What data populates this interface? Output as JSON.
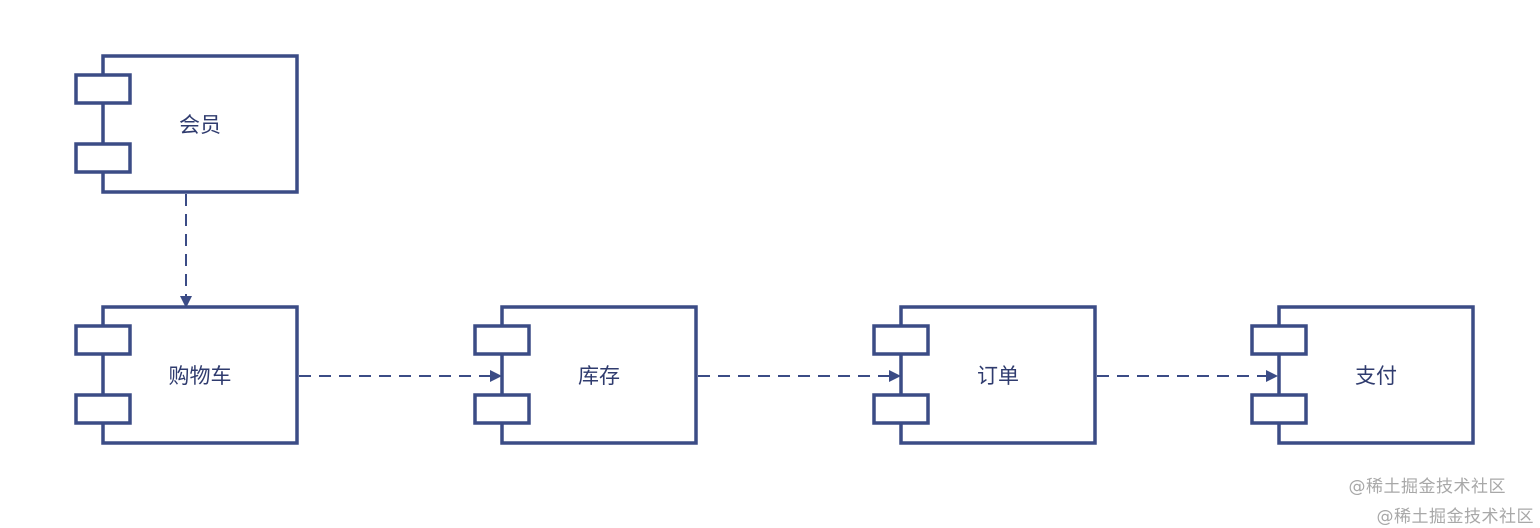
{
  "diagram": {
    "type": "component-diagram",
    "stroke_color": "#3b4c86",
    "components": [
      {
        "id": "member",
        "label": "会员"
      },
      {
        "id": "cart",
        "label": "购物车"
      },
      {
        "id": "inventory",
        "label": "库存"
      },
      {
        "id": "order",
        "label": "订单"
      },
      {
        "id": "payment",
        "label": "支付"
      }
    ],
    "dependencies": [
      {
        "from": "member",
        "to": "cart",
        "style": "dashed"
      },
      {
        "from": "cart",
        "to": "inventory",
        "style": "dashed"
      },
      {
        "from": "inventory",
        "to": "order",
        "style": "dashed"
      },
      {
        "from": "order",
        "to": "payment",
        "style": "dashed"
      }
    ]
  },
  "watermark": {
    "text_1": "@稀土掘金技术社区",
    "text_2": "@稀土掘金技术社区"
  }
}
